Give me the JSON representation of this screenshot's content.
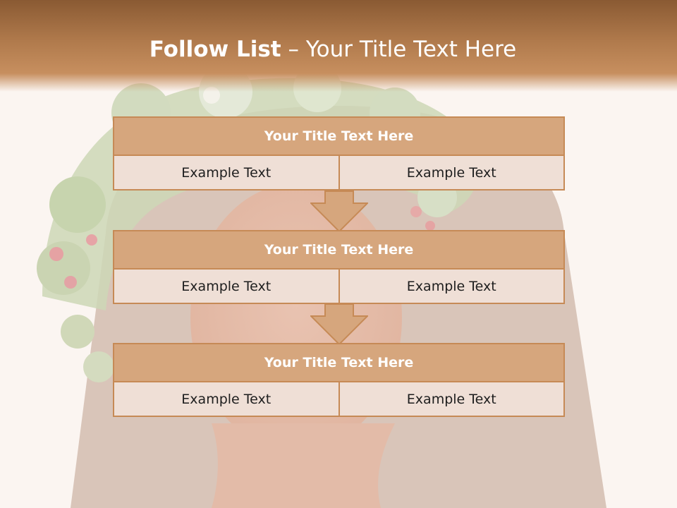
{
  "slide": {
    "title_bold": "Follow List",
    "title_rest": " – Your Title Text Here"
  },
  "blocks": [
    {
      "title": "Your Title Text Here",
      "cells": [
        "Example Text",
        "Example Text"
      ]
    },
    {
      "title": "Your Title Text Here",
      "cells": [
        "Example Text",
        "Example Text"
      ]
    },
    {
      "title": "Your Title Text Here",
      "cells": [
        "Example Text",
        "Example Text"
      ]
    }
  ],
  "colors": {
    "header": "#b07a4c",
    "title_fill": "#d6a67d",
    "cell_fill": "#efdfd6",
    "border": "#c68a56"
  }
}
